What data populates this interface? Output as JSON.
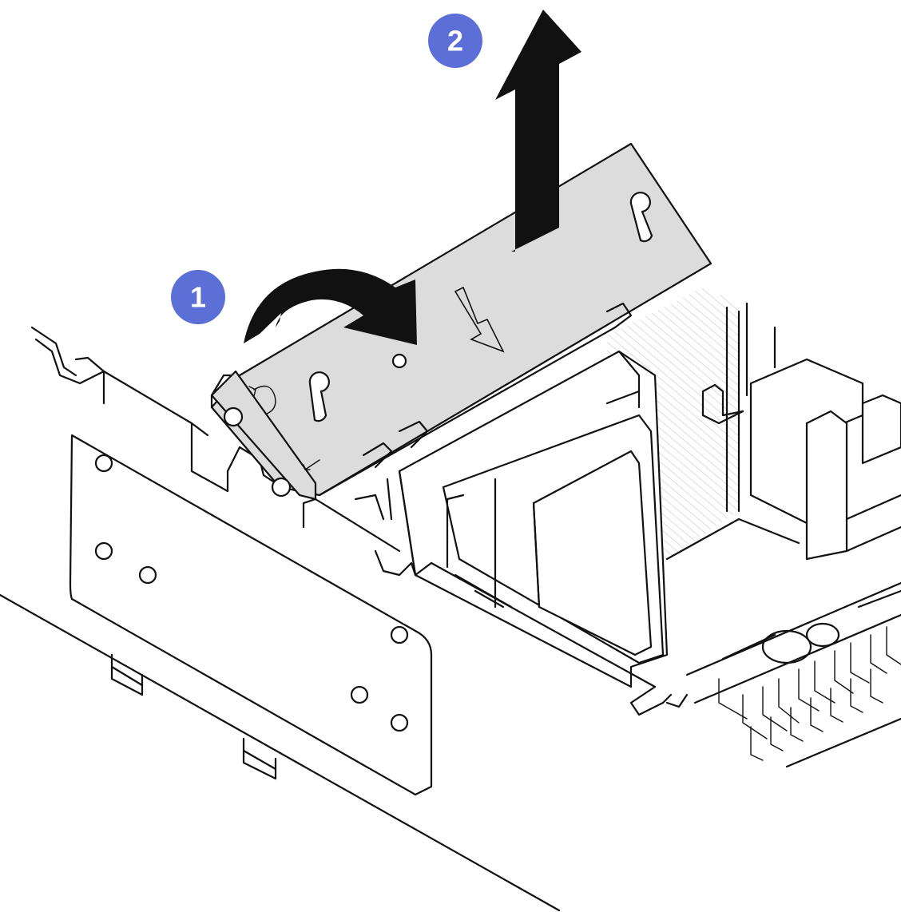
{
  "colors": {
    "callout_badge": "#5b6fd6",
    "duct_fill": "#dcdcdc",
    "arrow_fill": "#111111",
    "line": "#111111",
    "background": "#ffffff"
  },
  "callouts": [
    {
      "label": "1",
      "meaning": "rotate"
    },
    {
      "label": "2",
      "meaning": "lift"
    }
  ],
  "icons": [
    "rotate-arrow-icon",
    "lift-arrow-icon",
    "callout-badge"
  ]
}
